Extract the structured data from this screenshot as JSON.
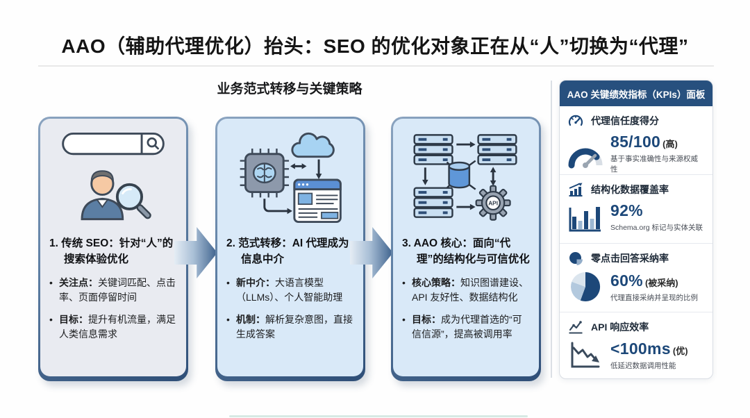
{
  "bullet_char": "•",
  "title": "AAO（辅助代理优化）抬头：SEO 的优化对象正在从“人”切换为“代理”",
  "subtitle": "业务范式转移与关键策略",
  "cards": [
    {
      "title": "1. 传统 SEO：针对“人”的搜索体验优化",
      "bullets": [
        {
          "lead": "关注点：",
          "text": "关键词匹配、点击率、页面停留时间"
        },
        {
          "lead": "目标：",
          "text": "提升有机流量，满足人类信息需求"
        }
      ]
    },
    {
      "title": "2. 范式转移：AI 代理成为信息中介",
      "bullets": [
        {
          "lead": "新中介：",
          "text": "大语言模型（LLMs）、个人智能助理"
        },
        {
          "lead": "机制：",
          "text": "解析复杂意图，直接生成答案"
        }
      ]
    },
    {
      "title": "3. AAO 核心：面向“代理”的结构化与可信优化",
      "illustration_label": "API",
      "bullets": [
        {
          "lead": "核心策略：",
          "text": "知识图谱建设、API 友好性、数据结构化"
        },
        {
          "lead": "目标：",
          "text": "成为代理首选的“可信信源”，提高被调用率"
        }
      ]
    }
  ],
  "kpi_panel": {
    "header": "AAO 关键绩效指标（KPIs）面板",
    "items": [
      {
        "label": "代理信任度得分",
        "value": "85/100",
        "qualifier": "(高)",
        "sub": "基于事实准确性与来源权威性",
        "icon": "gauge-icon"
      },
      {
        "label": "结构化数据覆盖率",
        "value": "92%",
        "qualifier": "",
        "sub": "Schema.org 标记与实体关联",
        "icon": "bar-chart-icon"
      },
      {
        "label": "零点击回答采纳率",
        "value": "60%",
        "qualifier": "(被采纳)",
        "sub": "代理直接采纳并呈现的比例",
        "icon": "pie-chart-icon"
      },
      {
        "label": "API 响应效率",
        "value": "<100ms",
        "qualifier": "(优)",
        "sub": "低延迟数据调用性能",
        "icon": "line-chart-icon"
      }
    ]
  },
  "colors": {
    "accent_navy": "#27507E",
    "value_blue": "#1D4879",
    "card_blue_bg": "#D9E9F8",
    "card_gray_bg": "#E9EBF1"
  }
}
